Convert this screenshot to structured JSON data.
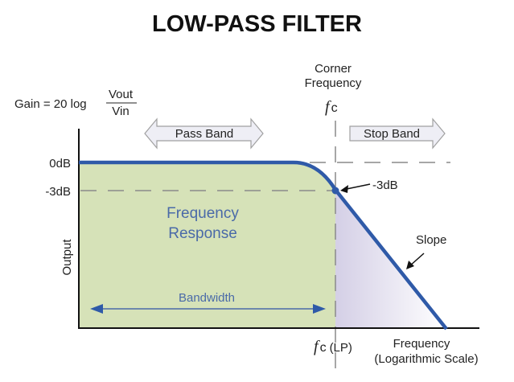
{
  "title": "LOW-PASS FILTER",
  "gain_formula": {
    "prefix": "Gain = 20 log",
    "numerator": "Vout",
    "denominator": "Vin"
  },
  "corner_label": {
    "line1": "Corner",
    "line2": "Frequency",
    "symbol": "f",
    "subscript": "c"
  },
  "bands": {
    "pass": "Pass Band",
    "stop": "Stop Band"
  },
  "y_axis": {
    "label": "Output",
    "ticks": [
      "0dB",
      "-3dB"
    ]
  },
  "x_axis": {
    "corner_tick_symbol": "f",
    "corner_tick_subscript": "c",
    "corner_tick_suffix": "(LP)",
    "label_line1": "Frequency",
    "label_line2": "(Logarithmic Scale)"
  },
  "annotations": {
    "minus3db": "-3dB",
    "slope": "Slope",
    "response_line1": "Frequency",
    "response_line2": "Response",
    "bandwidth": "Bandwidth"
  },
  "colors": {
    "curve": "#2f5aa8",
    "pass_fill": "#d6e2b8",
    "stop_fill": "#ddd8ea",
    "response_text": "#4a6aa8",
    "band_arrow_fill": "#eeeef5",
    "band_arrow_stroke": "#a0a0a0",
    "dash": "#8a8a8a"
  }
}
